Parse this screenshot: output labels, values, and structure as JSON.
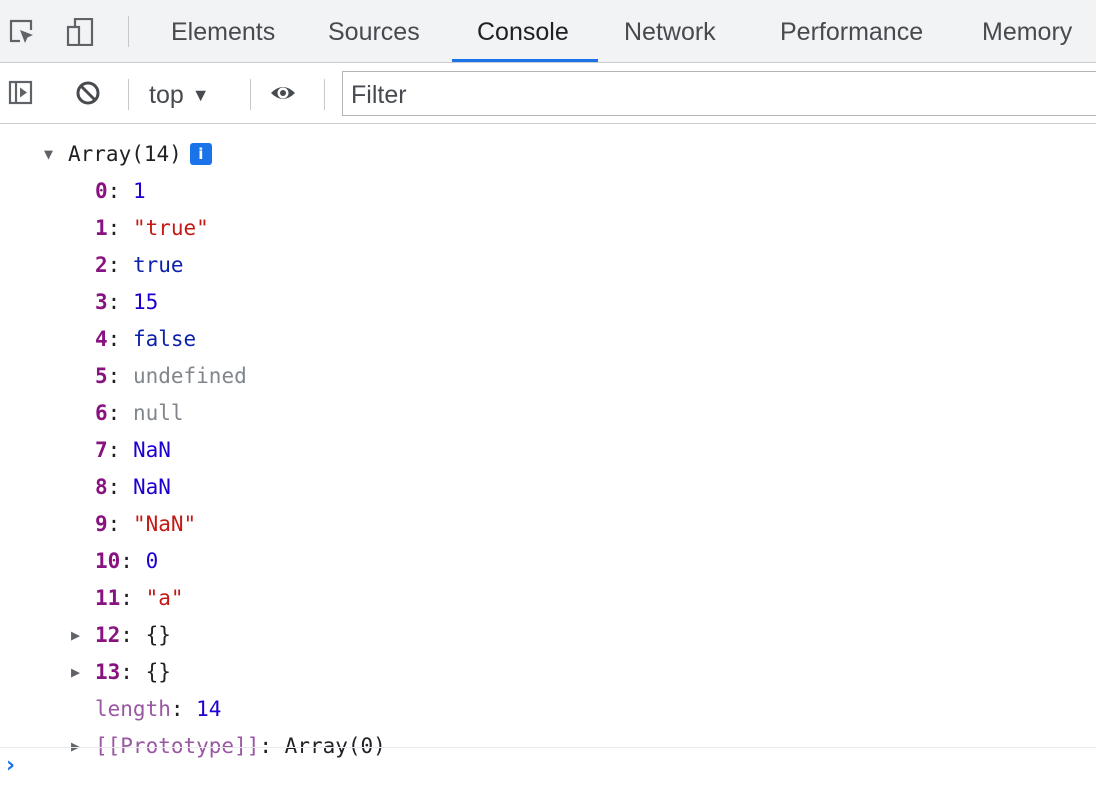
{
  "tabs": [
    {
      "label": "Elements"
    },
    {
      "label": "Sources"
    },
    {
      "label": "Console"
    },
    {
      "label": "Network"
    },
    {
      "label": "Performance"
    },
    {
      "label": "Memory"
    }
  ],
  "active_tab": "Console",
  "toolbar": {
    "context": "top",
    "context_arrow": "▼",
    "filter_placeholder": "Filter",
    "icons": [
      "sidebar-toggle-icon",
      "clear-console-icon",
      "eye-icon"
    ]
  },
  "console": {
    "header": {
      "caret": "▼",
      "label": "Array(14)",
      "badge": "i"
    },
    "items": [
      {
        "key": "0",
        "value": "1",
        "type": "number"
      },
      {
        "key": "1",
        "value": "\"true\"",
        "type": "string"
      },
      {
        "key": "2",
        "value": "true",
        "type": "boolean"
      },
      {
        "key": "3",
        "value": "15",
        "type": "number"
      },
      {
        "key": "4",
        "value": "false",
        "type": "boolean"
      },
      {
        "key": "5",
        "value": "undefined",
        "type": "null"
      },
      {
        "key": "6",
        "value": "null",
        "type": "null"
      },
      {
        "key": "7",
        "value": "NaN",
        "type": "number"
      },
      {
        "key": "8",
        "value": "NaN",
        "type": "number"
      },
      {
        "key": "9",
        "value": "\"NaN\"",
        "type": "string"
      },
      {
        "key": "10",
        "value": "0",
        "type": "number"
      },
      {
        "key": "11",
        "value": "\"a\"",
        "type": "string"
      },
      {
        "key": "12",
        "value": "{}",
        "type": "object",
        "expandable": true
      },
      {
        "key": "13",
        "value": "{}",
        "type": "object",
        "expandable": true
      }
    ],
    "length": {
      "key": "length",
      "value": "14"
    },
    "prototype": {
      "key": "[[Prototype]]",
      "value": "Array(0)"
    },
    "expand_caret": "▶",
    "prompt": "›"
  },
  "colors": {
    "accent": "#1a73e8",
    "key": "#881280",
    "number": "#1c00cf",
    "string": "#c41a16",
    "null": "#80868b"
  }
}
